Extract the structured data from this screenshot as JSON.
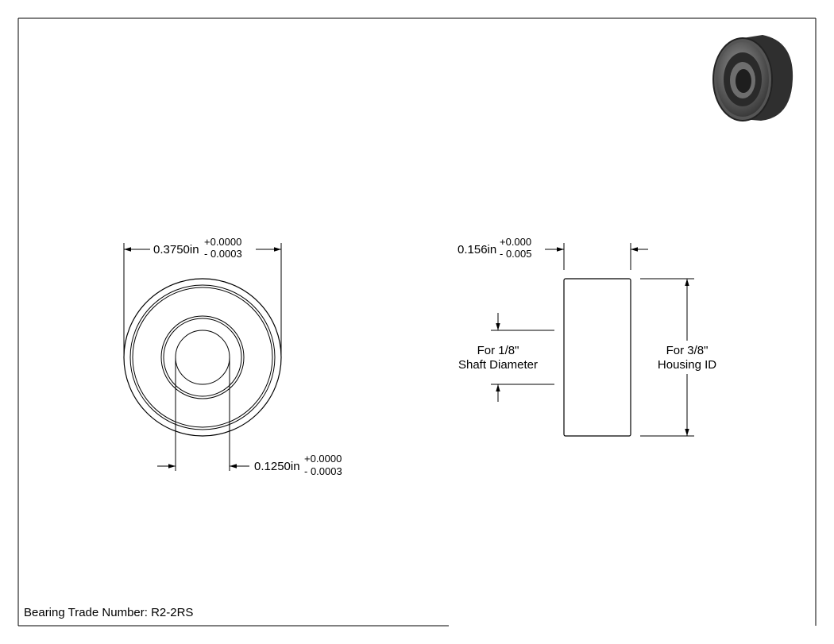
{
  "front_view": {
    "outer_diameter": {
      "value": "0.3750in",
      "tol_plus": "+0.0000",
      "tol_minus": "- 0.0003"
    },
    "bore_diameter": {
      "value": "0.1250in",
      "tol_plus": "+0.0000",
      "tol_minus": "- 0.0003"
    }
  },
  "side_view": {
    "width": {
      "value": "0.156in",
      "tol_plus": "+0.000",
      "tol_minus": "- 0.005"
    },
    "shaft_label": {
      "line1": "For 1/8\"",
      "line2": "Shaft Diameter"
    },
    "housing_label": {
      "line1": "For 3/8\"",
      "line2": "Housing ID"
    }
  },
  "title_block": {
    "trade_number": "Bearing Trade Number: R2-2RS"
  },
  "colors": {
    "line": "#000000",
    "border": "#000000",
    "render_dark": "#3a3a3a",
    "render_light": "#8a8a8a"
  }
}
